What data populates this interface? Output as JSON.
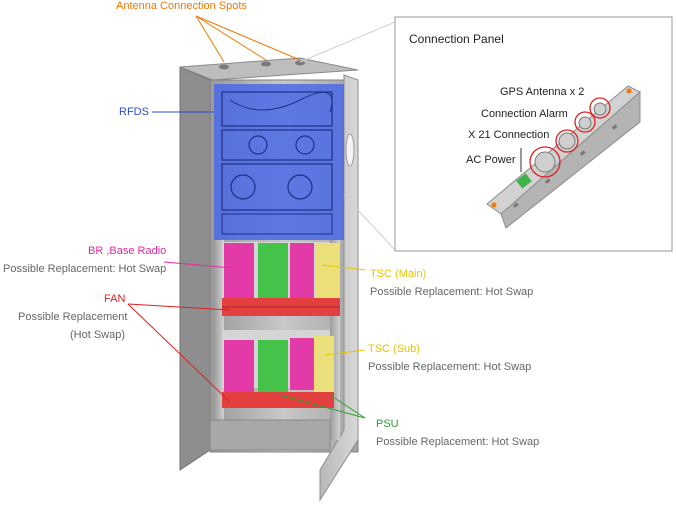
{
  "colors": {
    "antenna": "#f07800",
    "rfds": "#2f4fd0",
    "br": "#e02ba0",
    "fan": "#e02020",
    "tsc": "#e8c400",
    "psu": "#2aa32a",
    "note": "#666666"
  },
  "labels": {
    "antenna": "Antenna Connection Spots",
    "rfds": "RFDS",
    "br_title": "BR ,Base Radio",
    "br_note": "Possible Replacement: Hot Swap",
    "fan_title": "FAN",
    "fan_note1": "Possible Replacement",
    "fan_note2": "(Hot Swap)",
    "tsc_main_title": "TSC (Main)",
    "tsc_main_note": "Possible Replacement: Hot Swap",
    "tsc_sub_title": "TSC (Sub)",
    "tsc_sub_note": "Possible Replacement: Hot Swap",
    "psu_title": "PSU",
    "psu_note": "Possible Replacement: Hot Swap"
  },
  "panel": {
    "title": "Connection Panel",
    "gps": "GPS Antenna x 2",
    "alarm": "Connection Alarm",
    "x21": "X 21 Connection",
    "ac": "AC Power"
  }
}
